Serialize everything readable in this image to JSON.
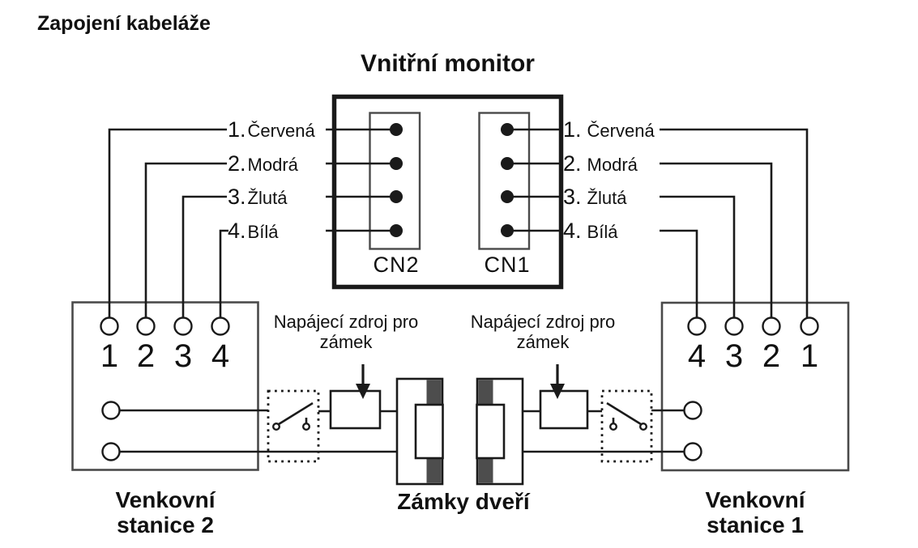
{
  "page_title": "Zapojení kabeláže",
  "monitor": {
    "title": "Vnitřní monitor",
    "connector_left": "CN2",
    "connector_right": "CN1"
  },
  "wire_labels_left": [
    {
      "num": "1.",
      "name": "Červená"
    },
    {
      "num": "2.",
      "name": "Modrá"
    },
    {
      "num": "3.",
      "name": "Žlutá"
    },
    {
      "num": "4.",
      "name": "Bílá"
    }
  ],
  "wire_labels_right": [
    {
      "num": "1.",
      "name": "Červená"
    },
    {
      "num": "2.",
      "name": "Modrá"
    },
    {
      "num": "3.",
      "name": "Žlutá"
    },
    {
      "num": "4.",
      "name": "Bílá"
    }
  ],
  "station_left": {
    "name_line1": "Venkovní",
    "name_line2": "stanice 2",
    "terminals": [
      "1",
      "2",
      "3",
      "4"
    ]
  },
  "station_right": {
    "name_line1": "Venkovní",
    "name_line2": "stanice 1",
    "terminals": [
      "4",
      "3",
      "2",
      "1"
    ]
  },
  "lock_power_label": {
    "line1": "Napájecí zdroj pro",
    "line2": "zámek"
  },
  "door_locks_label": "Zámky dveří",
  "colors": {
    "line": "#1a1a1a",
    "box_line": "#4a4a4a",
    "dark_fill": "#4d4d4d",
    "background": "#ffffff"
  }
}
